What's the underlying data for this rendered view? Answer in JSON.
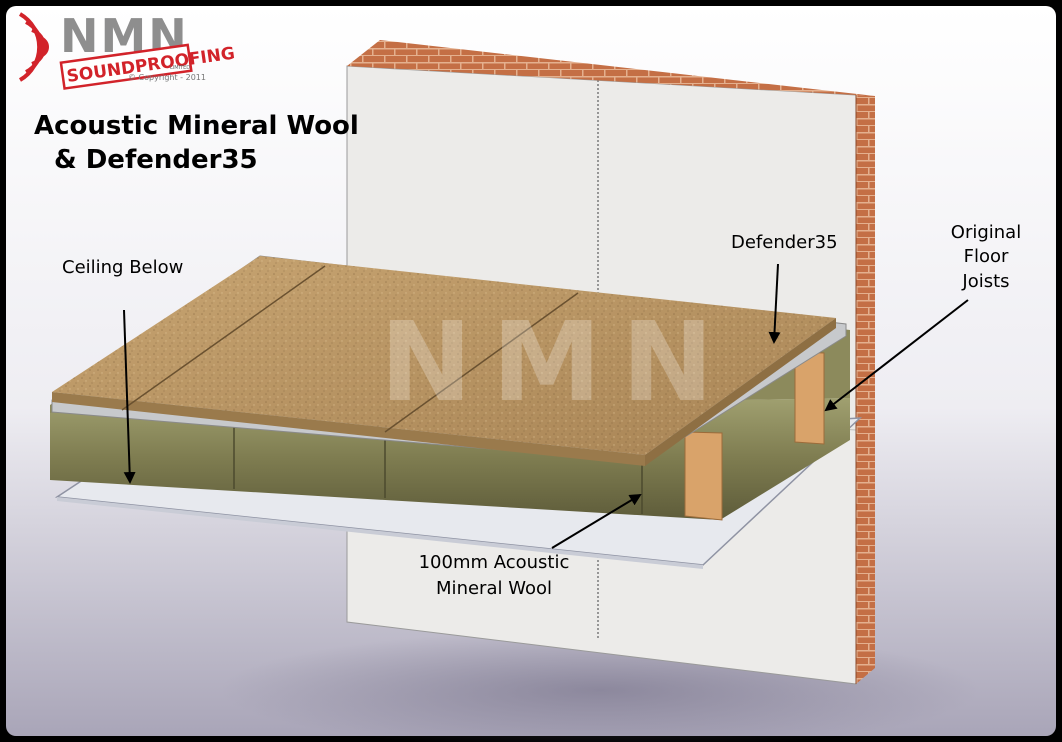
{
  "logo": {
    "brand": "NMN",
    "tagline": "SOUNDPROOFING",
    "suffix": "LIMITED",
    "copyright": "© Copyright - 2011",
    "colors": {
      "grey": "#8e8e8e",
      "red": "#d2232a"
    }
  },
  "title": {
    "line1": "Acoustic Mineral Wool",
    "line2": "& Defender35"
  },
  "labels": {
    "ceiling_below": "Ceiling Below",
    "defender35": "Defender35",
    "joists_line1": "Original",
    "joists_line2": "Floor",
    "joists_line3": "Joists",
    "wool_line1": "100mm Acoustic",
    "wool_line2": "Mineral Wool"
  },
  "colors": {
    "frame": "#000000",
    "background": "#eceaf1",
    "wall": "#ecebe9",
    "brick": "#c06a42",
    "board": "#b89462",
    "mineral_wool": "#8a8a5a",
    "joist": "#d9a36a",
    "ceiling": "#e7e9ee"
  }
}
